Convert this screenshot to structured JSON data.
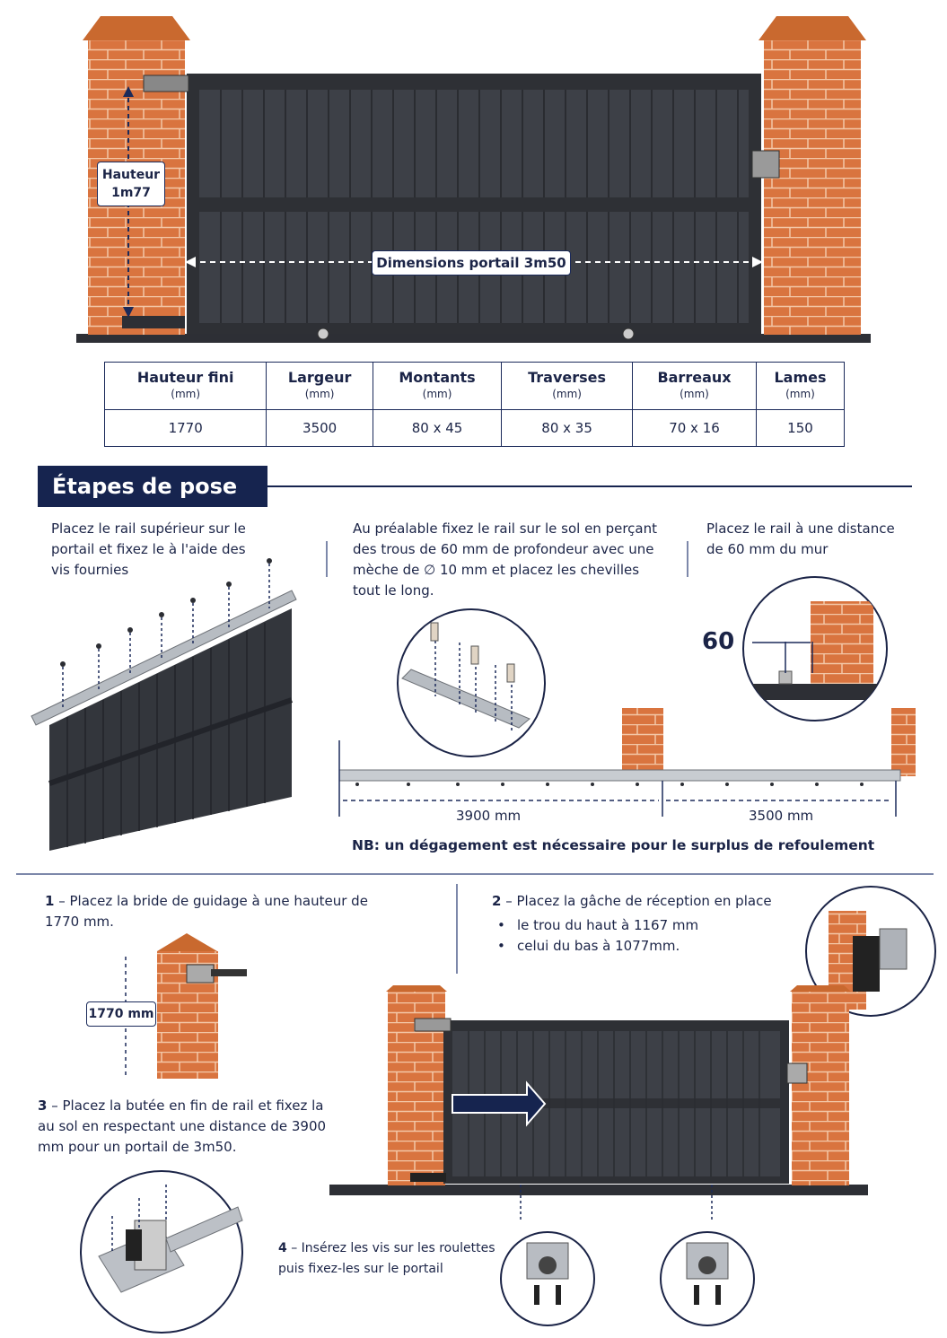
{
  "top_figure": {
    "height_label": "Hauteur 1m77",
    "width_label": "Dimensions portail 3m50"
  },
  "spec_table": {
    "headers": [
      {
        "name": "Hauteur fini",
        "unit": "(mm)"
      },
      {
        "name": "Largeur",
        "unit": "(mm)"
      },
      {
        "name": "Montants",
        "unit": "(mm)"
      },
      {
        "name": "Traverses",
        "unit": "(mm)"
      },
      {
        "name": "Barreaux",
        "unit": "(mm)"
      },
      {
        "name": "Lames",
        "unit": "(mm)"
      }
    ],
    "values": [
      "1770",
      "3500",
      "80 x 45",
      "80 x 35",
      "70 x 16",
      "150"
    ]
  },
  "section_title": "Étapes de pose",
  "intro": {
    "col1": "Placez le rail supérieur sur le portail et fixez le à l'aide des vis fournies",
    "col2": "Au préalable fixez le rail sur le sol en perçant des trous de 60 mm de profondeur avec une mèche de ∅ 10 mm et placez les chevilles tout le long.",
    "col3": "Placez le rail à une distance de 60 mm du mur",
    "distance_label": "60",
    "rail_left": "3900 mm",
    "rail_right": "3500 mm",
    "note": "NB: un dégagement est nécessaire pour le surplus de refoulement"
  },
  "steps": {
    "step1": {
      "num": "1",
      "text": "– Placez la bride de guidage à une hauteur de 1770 mm.",
      "label": "1770 mm"
    },
    "step2": {
      "num": "2",
      "text": "– Placez la gâche de réception en place",
      "bullets": [
        "le trou du haut à 1167 mm",
        "celui du bas à 1077mm."
      ]
    },
    "step3": {
      "num": "3",
      "text": "– Placez la butée en fin de rail et fixez la au sol en respectant une distance de 3900 mm pour un portail de 3m50."
    },
    "step4": {
      "num": "4",
      "text": "– Insérez les vis sur les roulettes puis fixez-les sur le portail"
    }
  },
  "colors": {
    "navy": "#16244f",
    "brick": "#d9743f",
    "gate": "#3b3e45"
  }
}
